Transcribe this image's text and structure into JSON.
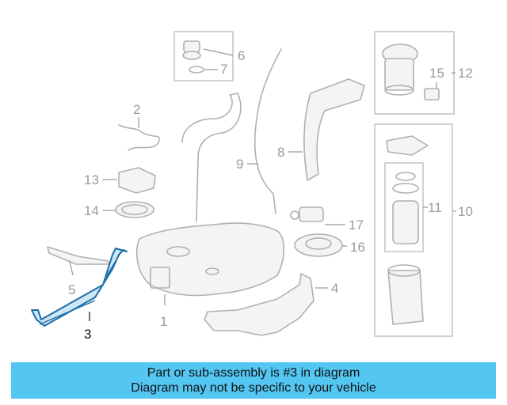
{
  "diagram": {
    "callouts": {
      "c1": "1",
      "c2": "2",
      "c3": "3",
      "c4": "4",
      "c5": "5",
      "c6": "6",
      "c7": "7",
      "c8": "8",
      "c9": "9",
      "c10": "10",
      "c11": "11",
      "c12": "12",
      "c13": "13",
      "c14": "14",
      "c15": "15",
      "c16": "16",
      "c17": "17"
    },
    "highlight_part": "3",
    "colors": {
      "highlight": "#1a6ea8",
      "muted": "#b0b0b0",
      "banner": "#53c6f2"
    }
  },
  "banner": {
    "line1": "Part or sub-assembly is #3 in diagram",
    "line2": "Diagram may not be specific to your vehicle"
  }
}
